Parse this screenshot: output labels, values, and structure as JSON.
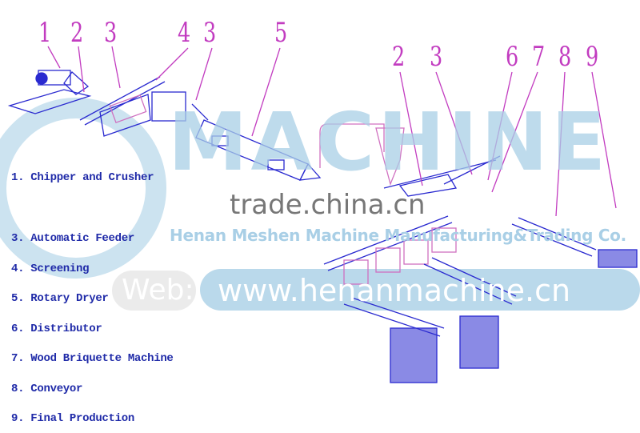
{
  "callouts_left": [
    "1",
    "2",
    "3",
    "4",
    "3",
    "5"
  ],
  "callouts_right": [
    "2",
    "3",
    "6",
    "7",
    "8",
    "9"
  ],
  "legend": [
    "1. Chipper and Crusher",
    "3. Automatic Feeder",
    "4. Screening",
    "5. Rotary Dryer",
    "6. Distributor",
    "7. Wood Briquette Machine",
    "8. Conveyor",
    "9. Final Production"
  ],
  "watermark": {
    "logo": "MACHINE",
    "site": "trade.china.cn",
    "company": "Henan Meshen Machine Manufacturing&Trading Co.",
    "web_label": "Web:",
    "url": "www.henanmachine.cn"
  },
  "colors": {
    "callout": "#c23cc0",
    "legend_text": "#1f2aa8",
    "machine_line": "#2a2ad0",
    "watermark": "#a9cfe6"
  }
}
